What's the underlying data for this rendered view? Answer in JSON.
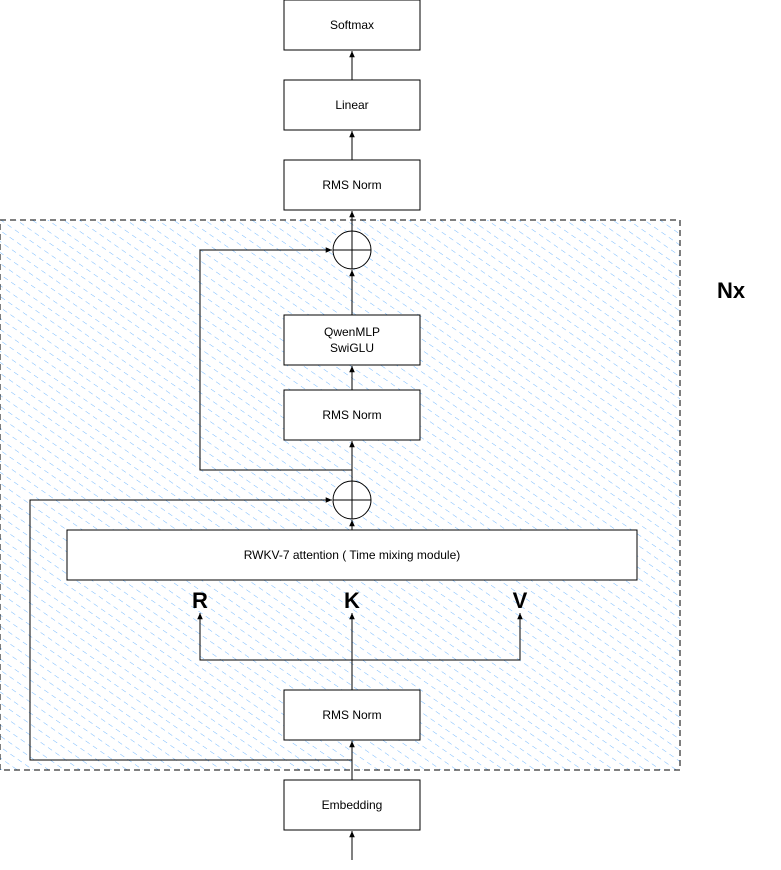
{
  "blocks": {
    "softmax": "Softmax",
    "linear": "Linear",
    "rms_norm_final": "RMS Norm",
    "mlp_line1": "QwenMLP",
    "mlp_line2": "SwiGLU",
    "rms_norm_mlp": "RMS Norm",
    "attention": "RWKV-7 attention ( Time mixing module)",
    "rms_norm_attn": "RMS Norm",
    "embedding": "Embedding"
  },
  "inputs": {
    "r": "R",
    "k": "K",
    "v": "V"
  },
  "repeat_label": "Nx",
  "colors": {
    "stroke": "#000000",
    "hatch": "#66b2ff",
    "background": "#ffffff"
  }
}
